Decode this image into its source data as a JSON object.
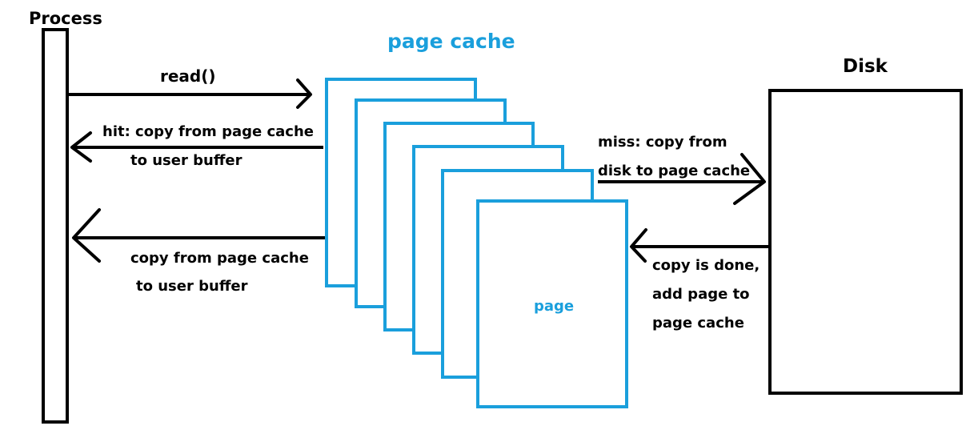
{
  "colors": {
    "ink": "#000000",
    "accent": "#1a9fdc",
    "background": "#ffffff"
  },
  "process": {
    "title": "Process"
  },
  "page_cache": {
    "title": "page cache",
    "page_label": "page",
    "stack_count": 6
  },
  "disk": {
    "title": "Disk"
  },
  "arrows": {
    "read": {
      "label": "read()"
    },
    "hit": {
      "line1": "hit: copy from page cache",
      "line2": "to user buffer"
    },
    "copy_back": {
      "line1": "copy from page cache",
      "line2": "to user buffer"
    },
    "miss": {
      "line1": "miss: copy from",
      "line2": "disk to page cache"
    },
    "done": {
      "line1": "copy is done,",
      "line2": "add page to",
      "line3": "page cache"
    }
  }
}
